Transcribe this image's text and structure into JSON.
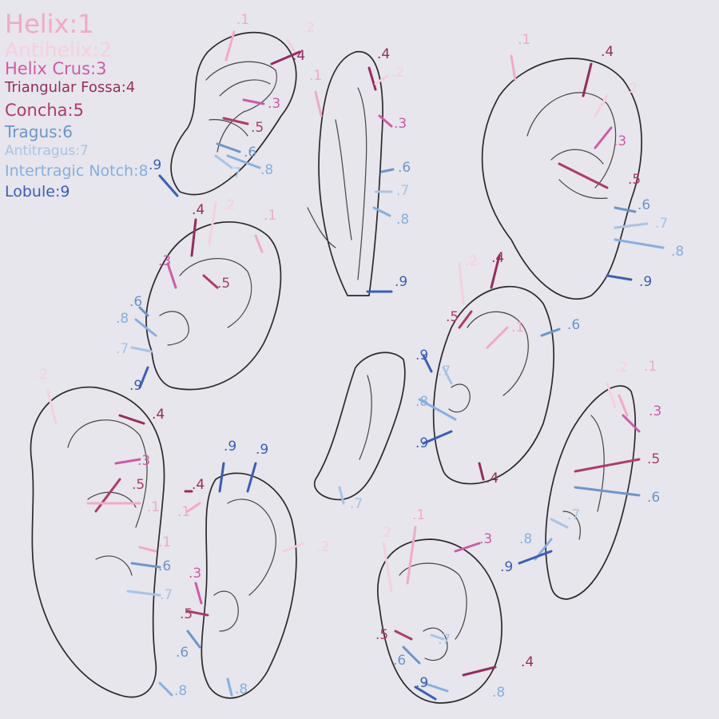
{
  "legend": [
    {
      "id": 1,
      "label": "Helix",
      "number": "1",
      "color": "#f2a9c9",
      "size": 32
    },
    {
      "id": 2,
      "label": "Antihelix",
      "number": "2",
      "color": "#f7cfe0",
      "size": 25
    },
    {
      "id": 3,
      "label": "Helix Crus",
      "number": "3",
      "color": "#d05aa6",
      "size": 21
    },
    {
      "id": 4,
      "label": "Triangular Fossa",
      "number": "4",
      "color": "#9a2a5e",
      "size": 18
    },
    {
      "id": 5,
      "label": "Concha",
      "number": "5",
      "color": "#b03a6c",
      "size": 21
    },
    {
      "id": 6,
      "label": "Tragus",
      "number": "6",
      "color": "#6c96c8",
      "size": 20
    },
    {
      "id": 7,
      "label": "Antitragus",
      "number": "7",
      "color": "#a9c4e4",
      "size": 17
    },
    {
      "id": 8,
      "label": "Intertragic Notch",
      "number": "8",
      "color": "#85b0df",
      "size": 19
    },
    {
      "id": 9,
      "label": "Lobule",
      "number": "9",
      "color": "#3a5eb8",
      "size": 19
    }
  ],
  "separator": ":",
  "callouts": [
    {
      "part": 1,
      "text": ".1"
    },
    {
      "part": 2,
      "text": ".2"
    },
    {
      "part": 4,
      "text": ".4"
    },
    {
      "part": 3,
      "text": ".3"
    },
    {
      "part": 5,
      "text": ".5"
    },
    {
      "part": 6,
      "text": ".6"
    },
    {
      "part": 7,
      "text": ".7"
    },
    {
      "part": 8,
      "text": ".8"
    },
    {
      "part": 9,
      "text": ".9"
    },
    {
      "part": 1,
      "text": ".1"
    },
    {
      "part": 4,
      "text": ".4"
    },
    {
      "part": 2,
      "text": ".2"
    },
    {
      "part": 3,
      "text": ".3"
    },
    {
      "part": 6,
      "text": ".6"
    },
    {
      "part": 7,
      "text": ".7"
    },
    {
      "part": 8,
      "text": ".8"
    },
    {
      "part": 9,
      "text": ".9"
    },
    {
      "part": 1,
      "text": ".1"
    },
    {
      "part": 4,
      "text": ".4"
    },
    {
      "part": 2,
      "text": ".2"
    },
    {
      "part": 3,
      "text": ".3"
    },
    {
      "part": 5,
      "text": ".5"
    },
    {
      "part": 6,
      "text": ".6"
    },
    {
      "part": 7,
      "text": ".7"
    },
    {
      "part": 8,
      "text": ".8"
    },
    {
      "part": 9,
      "text": ".9"
    },
    {
      "part": 4,
      "text": ".4"
    },
    {
      "part": 2,
      "text": ".2"
    },
    {
      "part": 1,
      "text": ".1"
    },
    {
      "part": 3,
      "text": ".3"
    },
    {
      "part": 5,
      "text": ".5"
    },
    {
      "part": 8,
      "text": ".8"
    },
    {
      "part": 6,
      "text": ".6"
    },
    {
      "part": 7,
      "text": ".7"
    },
    {
      "part": 9,
      "text": ".9"
    },
    {
      "part": 2,
      "text": ".2"
    },
    {
      "part": 4,
      "text": ".4"
    },
    {
      "part": 3,
      "text": ".3"
    },
    {
      "part": 5,
      "text": ".5"
    },
    {
      "part": 1,
      "text": ".1"
    },
    {
      "part": 1,
      "text": ".1"
    },
    {
      "part": 6,
      "text": ".6"
    },
    {
      "part": 7,
      "text": ".7"
    },
    {
      "part": 8,
      "text": ".8"
    },
    {
      "part": 9,
      "text": ".9"
    },
    {
      "part": 9,
      "text": ".9"
    },
    {
      "part": 1,
      "text": ".1"
    },
    {
      "part": 4,
      "text": ".4"
    },
    {
      "part": 2,
      "text": ".2"
    },
    {
      "part": 3,
      "text": ".3"
    },
    {
      "part": 5,
      "text": ".5"
    },
    {
      "part": 6,
      "text": ".6"
    },
    {
      "part": 8,
      "text": ".8"
    },
    {
      "part": 7,
      "text": ".7"
    },
    {
      "part": 9,
      "text": ".9"
    },
    {
      "part": 4,
      "text": ".4"
    },
    {
      "part": 2,
      "text": ".2"
    },
    {
      "part": 5,
      "text": ".5"
    },
    {
      "part": 1,
      "text": ".1"
    },
    {
      "part": 6,
      "text": ".6"
    },
    {
      "part": 7,
      "text": ".7"
    },
    {
      "part": 8,
      "text": ".8"
    },
    {
      "part": 9,
      "text": ".9"
    },
    {
      "part": 4,
      "text": ".4"
    },
    {
      "part": 2,
      "text": ".2"
    },
    {
      "part": 1,
      "text": ".1"
    },
    {
      "part": 3,
      "text": ".3"
    },
    {
      "part": 5,
      "text": ".5"
    },
    {
      "part": 6,
      "text": ".6"
    },
    {
      "part": 7,
      "text": ".7"
    },
    {
      "part": 8,
      "text": ".8"
    },
    {
      "part": 9,
      "text": ".9"
    },
    {
      "part": 4,
      "text": ".4"
    },
    {
      "part": 2,
      "text": ".2"
    },
    {
      "part": 1,
      "text": ".1"
    },
    {
      "part": 3,
      "text": ".3"
    },
    {
      "part": 5,
      "text": ".5"
    },
    {
      "part": 6,
      "text": ".6"
    },
    {
      "part": 7,
      "text": ".7"
    },
    {
      "part": 8,
      "text": ".8"
    },
    {
      "part": 9,
      "text": ".9"
    }
  ]
}
